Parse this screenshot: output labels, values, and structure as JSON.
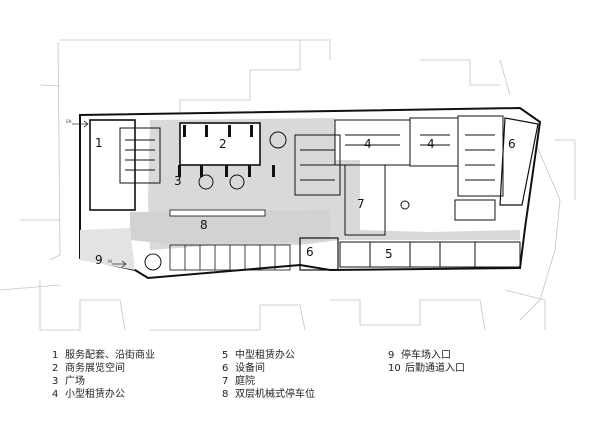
{
  "zones": [
    {
      "id": "1",
      "label": "1"
    },
    {
      "id": "2",
      "label": "2"
    },
    {
      "id": "3",
      "label": "3"
    },
    {
      "id": "4",
      "label": "4"
    },
    {
      "id": "5",
      "label": "5"
    },
    {
      "id": "6",
      "label": "6"
    },
    {
      "id": "7",
      "label": "7"
    },
    {
      "id": "8",
      "label": "8"
    },
    {
      "id": "9",
      "label": "9"
    }
  ],
  "small_marks": {
    "entrance_arrow_top": "EN",
    "entrance_arrow_left": "IN"
  },
  "legend": [
    {
      "num": "1",
      "text": "服务配套、沿街商业"
    },
    {
      "num": "2",
      "text": "商务展览空间"
    },
    {
      "num": "3",
      "text": "广场"
    },
    {
      "num": "4",
      "text": "小型租赁办公"
    },
    {
      "num": "5",
      "text": "中型租赁办公"
    },
    {
      "num": "6",
      "text": "设备间"
    },
    {
      "num": "7",
      "text": "庭院"
    },
    {
      "num": "8",
      "text": "双层机械式停车位"
    },
    {
      "num": "9",
      "text": "停车场入口"
    },
    {
      "num": "10",
      "text": "后勤通道入口"
    }
  ],
  "colors": {
    "wall": "#1a1a1a",
    "floor_grey": "#d6d6d6",
    "context_line": "#bdbdbd",
    "background": "#ffffff"
  }
}
